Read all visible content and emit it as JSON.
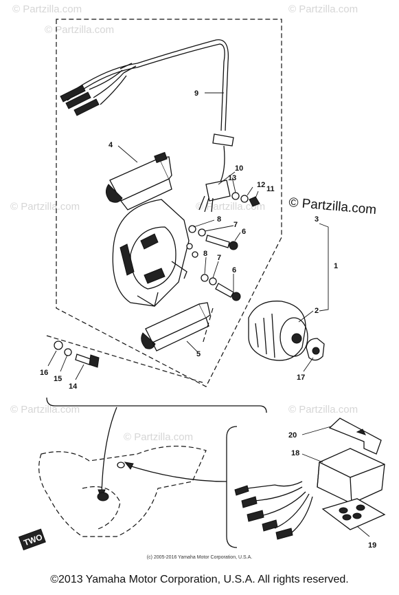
{
  "watermark_text": "© Partzilla.com",
  "brand_watermark": "© Partzilla.com",
  "credit_line": "(c) 2005-2016 Yamaha Motor Corporation, U.S.A.",
  "copyright": "©2013 Yamaha Motor Corporation, U.S.A. All rights reserved.",
  "callouts": {
    "c1": "1",
    "c2": "2",
    "c3": "3",
    "c4": "4",
    "c5": "5",
    "c6a": "6",
    "c6b": "6",
    "c7a": "7",
    "c7b": "7",
    "c8a": "8",
    "c8b": "8",
    "c9": "9",
    "c10": "10",
    "c11": "11",
    "c12": "12",
    "c13": "13",
    "c14": "14",
    "c15": "15",
    "c16": "16",
    "c17": "17",
    "c18": "18",
    "c19": "19",
    "c20": "20"
  },
  "figure_tag": "TWO",
  "colors": {
    "ink": "#111111",
    "watermark": "#d6d6d6",
    "background": "#ffffff"
  }
}
